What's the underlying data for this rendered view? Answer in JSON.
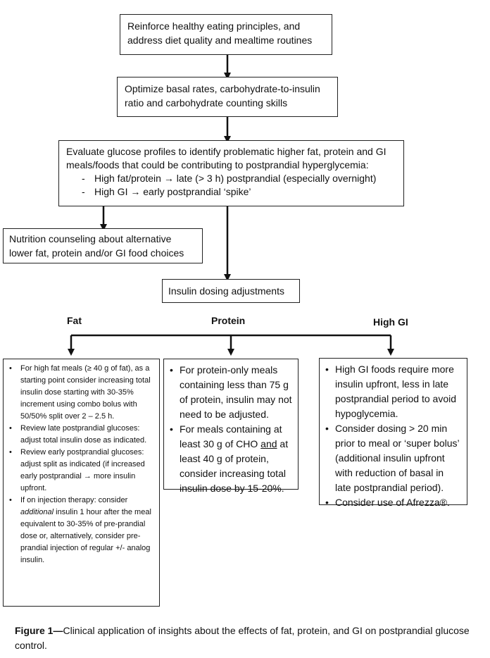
{
  "boxes": {
    "b1": "Reinforce healthy eating principles, and address diet quality and mealtime routines",
    "b2": "Optimize basal rates, carbohydrate-to-insulin ratio and carbohydrate counting skills",
    "b3": {
      "text": "Evaluate glucose profiles to identify problematic higher fat, protein and GI meals/foods that could be contributing to postprandial hyperglycemia:",
      "bullets": [
        "High fat/protein → late (> 3 h) postprandial (especially overnight)",
        "High GI → early postprandial ‘spike’"
      ]
    },
    "b4": "Nutrition counseling about alternative lower fat, protein and/or GI food choices",
    "b5": "Insulin dosing adjustments"
  },
  "headers": {
    "fat": "Fat",
    "protein": "Protein",
    "highgi": "High GI"
  },
  "fat_items": [
    "For high fat meals (≥ 40 g of fat), as a starting point consider increasing total insulin dose starting with 30-35% increment using combo bolus with 50/50% split over 2 – 2.5 h.",
    "Review late postprandial glucoses: adjust total insulin dose as indicated.",
    "Review early postprandial glucoses: adjust split as indicated (if increased early postprandial → more insulin upfront.",
    {
      "pre": "If on injection therapy: consider ",
      "em": "additional",
      "post": " insulin 1 hour after the meal equivalent to 30-35% of pre-prandial dose or, alternatively, consider pre-prandial injection of regular +/- analog insulin."
    }
  ],
  "protein_items": [
    "For protein-only meals containing less than 75 g of protein, insulin may not need to be adjusted.",
    {
      "pre": "For meals containing at least 30 g of CHO ",
      "u": "and",
      "post": " at least 40 g of protein, consider increasing total insulin dose by 15-20%."
    }
  ],
  "highgi_items": [
    "High GI foods require more insulin upfront, less in late postprandial period to avoid hypoglycemia.",
    "Consider dosing > 20 min prior to meal or ‘super bolus’ (additional insulin upfront with reduction of basal in late postprandial period).",
    "Consider use of Afrezza®."
  ],
  "caption": {
    "label": "Figure 1—",
    "text": "Clinical application of insights about the effects of fat, protein, and GI on postprandial glucose control."
  }
}
